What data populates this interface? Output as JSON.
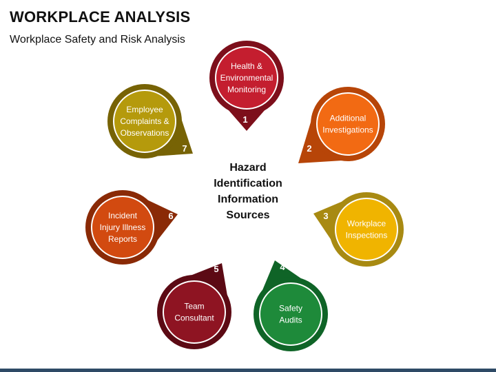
{
  "header": {
    "title": "WORKPLACE ANALYSIS",
    "subtitle": "Workplace Safety and Risk Analysis"
  },
  "center": {
    "lines": [
      "Hazard",
      "Identification",
      "Information",
      "Sources"
    ]
  },
  "sources": [
    {
      "number": "1",
      "lines": [
        "Health &",
        "Environmental",
        "Monitoring"
      ],
      "color": "#c41e2f",
      "dark": "#7d0f1b"
    },
    {
      "number": "2",
      "lines": [
        "Additional",
        "Investigations"
      ],
      "color": "#f26a13",
      "dark": "#b74508"
    },
    {
      "number": "3",
      "lines": [
        "Workplace",
        "Inspections"
      ],
      "color": "#f0b400",
      "dark": "#a88a12"
    },
    {
      "number": "4",
      "lines": [
        "Safety",
        "Audits"
      ],
      "color": "#1e8a3a",
      "dark": "#0f6427"
    },
    {
      "number": "5",
      "lines": [
        "Team",
        "Consultant"
      ],
      "color": "#8e1422",
      "dark": "#5c0a14"
    },
    {
      "number": "6",
      "lines": [
        "Incident",
        "Injury Illness",
        "Reports"
      ],
      "color": "#d24a10",
      "dark": "#8a2a06"
    },
    {
      "number": "7",
      "lines": [
        "Employee",
        "Complaints &",
        "Observations"
      ],
      "color": "#b59a0c",
      "dark": "#776305"
    }
  ]
}
